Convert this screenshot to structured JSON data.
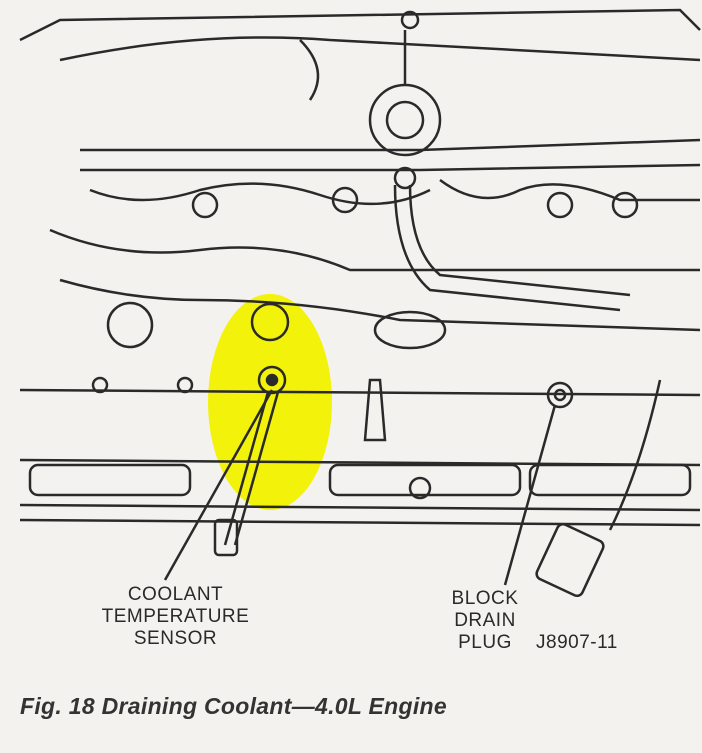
{
  "figure": {
    "caption": "Fig. 18 Draining Coolant—4.0L Engine",
    "code": "J8907-11",
    "labels": {
      "coolant_sensor": [
        "COOLANT",
        "TEMPERATURE",
        "SENSOR"
      ],
      "drain_plug": [
        "BLOCK",
        "DRAIN",
        "PLUG"
      ]
    },
    "highlight_color": "#f2f20a",
    "line_color": "#2a2a2a"
  }
}
